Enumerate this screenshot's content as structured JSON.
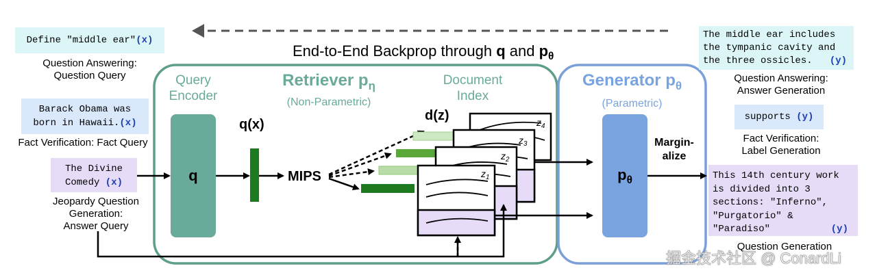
{
  "title": {
    "prefix": "End-to-End Backprop through ",
    "q": "q",
    "and": " and ",
    "p": "p",
    "theta": "θ"
  },
  "left": {
    "qa_query": {
      "text": "Define \"middle ear\"",
      "var": "(x)",
      "caption_1": "Question Answering:",
      "caption_2": "Question Query"
    },
    "fact_query": {
      "line1": "Barack Obama was",
      "line2": "born in Hawaii.",
      "var": "(x)",
      "caption": "Fact Verification: Fact Query"
    },
    "jeopardy_query": {
      "line1": "The Divine",
      "line2": "Comedy",
      "var": "(x)",
      "caption_1": "Jeopardy Question",
      "caption_2": "Generation:",
      "caption_3": "Answer Query"
    }
  },
  "retriever": {
    "title": "Retriever p",
    "sub": "η",
    "subtitle": "(Non-Parametric)",
    "query_encoder_1": "Query",
    "query_encoder_2": "Encoder",
    "q_block": "q",
    "qx": "q(x)",
    "mips": "MIPS",
    "doc_index_1": "Document",
    "doc_index_2": "Index",
    "dz": "d(z)",
    "docs": [
      "z",
      "z",
      "z",
      "z"
    ],
    "doc_subs": [
      "1",
      "2",
      "3",
      "4"
    ]
  },
  "generator": {
    "title": "Generator p",
    "sub": "θ",
    "subtitle": "(Parametric)",
    "block_p": "p",
    "block_sub": "θ",
    "marginalize_1": "Margin-",
    "marginalize_2": "alize"
  },
  "right": {
    "qa_answer": {
      "line1": "The middle ear includes",
      "line2": "the tympanic cavity and",
      "line3": "the three ossicles.",
      "var": "(y)",
      "caption_1": "Question Answering:",
      "caption_2": "Answer Generation"
    },
    "fact_label": {
      "text": "supports",
      "var": "(y)",
      "caption_1": "Fact Verification:",
      "caption_2": "Label Generation"
    },
    "question_gen": {
      "line1": "This 14th century work",
      "line2": "is divided into 3",
      "line3": "sections: \"Inferno\",",
      "line4": "\"Purgatorio\" &",
      "line5": "\"Paradiso\"",
      "var": "(y)",
      "caption": "Question Generation"
    }
  },
  "watermark": "掘金技术社区 @ ConardLi",
  "colors": {
    "retriever": "#5e9e8c",
    "q_block": "#6aaa9a",
    "generator_border": "#7b9fd8",
    "generator_block": "#7aa4df",
    "dark_green": "#1e7a1e",
    "doc_purple": "#e6dcf8"
  }
}
